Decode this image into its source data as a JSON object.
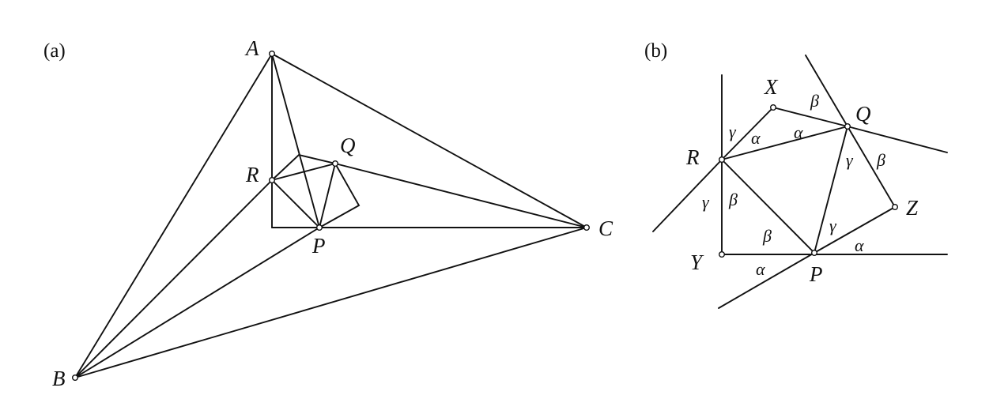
{
  "panels": {
    "a": {
      "label": "(a)"
    },
    "b": {
      "label": "(b)"
    }
  },
  "figure_a": {
    "points": {
      "A": "A",
      "B": "B",
      "C": "C",
      "P": "P",
      "Q": "Q",
      "R": "R"
    }
  },
  "figure_b": {
    "points": {
      "X": "X",
      "Y": "Y",
      "Z": "Z",
      "P": "P",
      "Q": "Q",
      "R": "R"
    },
    "angles": {
      "alpha": "α",
      "beta": "β",
      "gamma": "γ"
    }
  },
  "colors": {
    "ink": "#111111",
    "background": "#ffffff"
  }
}
